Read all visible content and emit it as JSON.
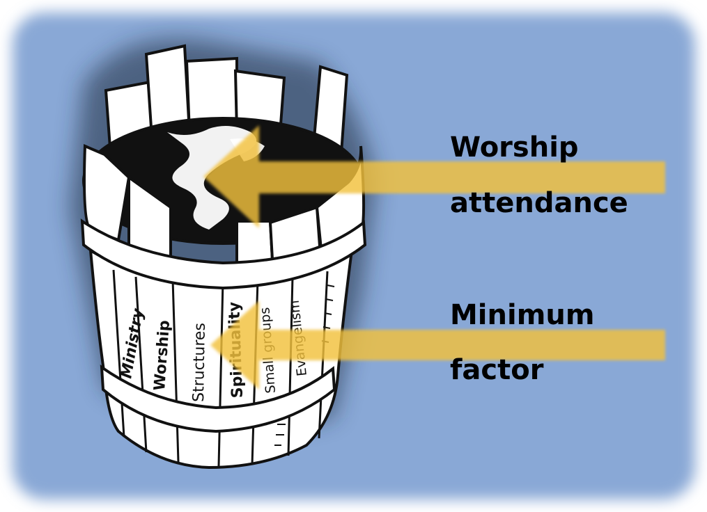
{
  "labels": {
    "worship_line1": "Worship",
    "worship_line2": "attendance",
    "minimum_line1": "Minimum",
    "minimum_line2": "factor"
  },
  "staves": [
    "Ministry",
    "Worship",
    "Structures",
    "Spirituality",
    "Small groups",
    "Evangelism"
  ],
  "colors": {
    "background": "#89a8d6",
    "arrow": "#f2c13c",
    "ink": "#111111",
    "wood": "#ffffff"
  }
}
